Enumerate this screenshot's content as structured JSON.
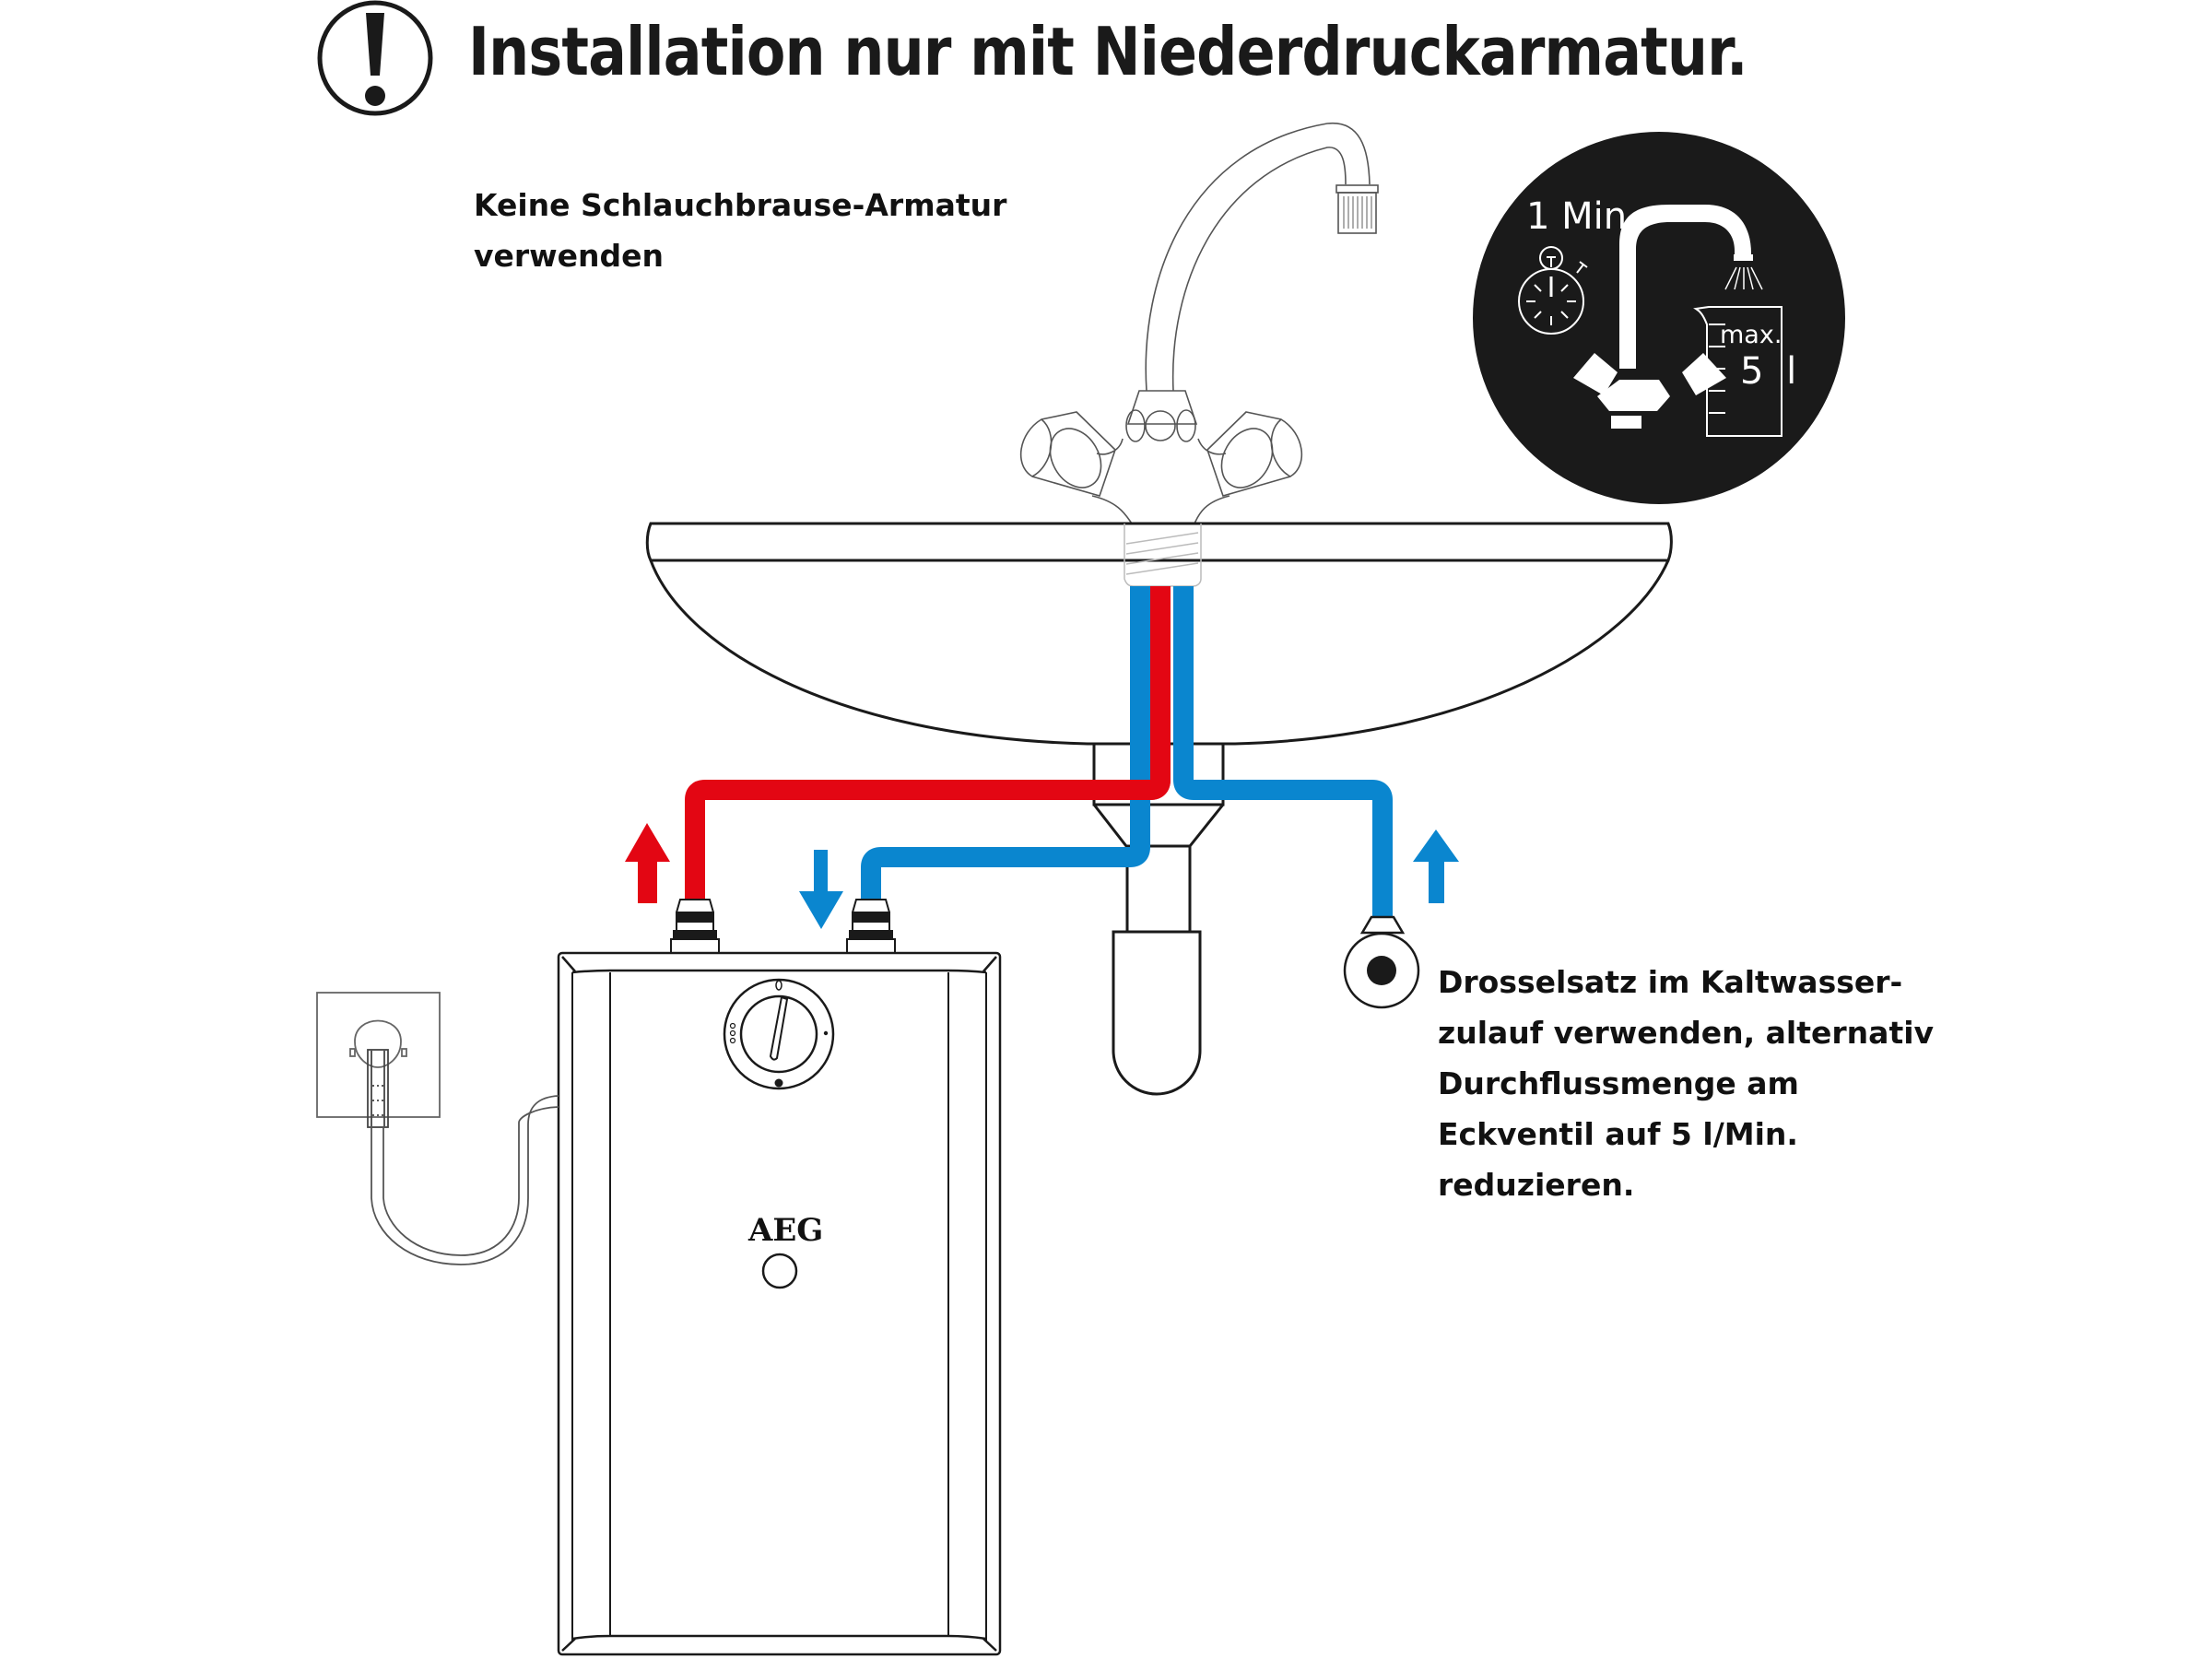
{
  "header": {
    "warning_icon": "exclamation-circle-icon",
    "title": "Installation nur mit Niederdruckarmatur."
  },
  "notes": {
    "faucet_note": {
      "lines": [
        "Keine Schlauchbrause-Armatur",
        "verwenden"
      ]
    },
    "valve_note": {
      "lines": [
        "Drosselsatz im Kaltwasser-",
        "zulauf verwenden, alternativ",
        "Durchflussmenge am",
        "Eckventil auf 5 l/Min.",
        "reduzieren."
      ]
    }
  },
  "flow_test_badge": {
    "time_label": "1 Min.",
    "volume_label_top": "max.",
    "volume_label_value": "5 l",
    "icons": [
      "stopwatch-icon",
      "faucet-icon",
      "water-spray-icon",
      "measuring-beaker-icon"
    ]
  },
  "heater": {
    "brand": "AEG",
    "dial_mark_top": "0"
  },
  "colors": {
    "hot_water": "#e30613",
    "cold_water": "#0a86cf",
    "line": "#1a1a1a",
    "badge_bg": "#1a1a1a"
  },
  "legend_arrows": {
    "hot_outlet": "arrow-up-red",
    "cold_inlet_heater": "arrow-down-blue",
    "cold_supply": "arrow-up-blue"
  }
}
